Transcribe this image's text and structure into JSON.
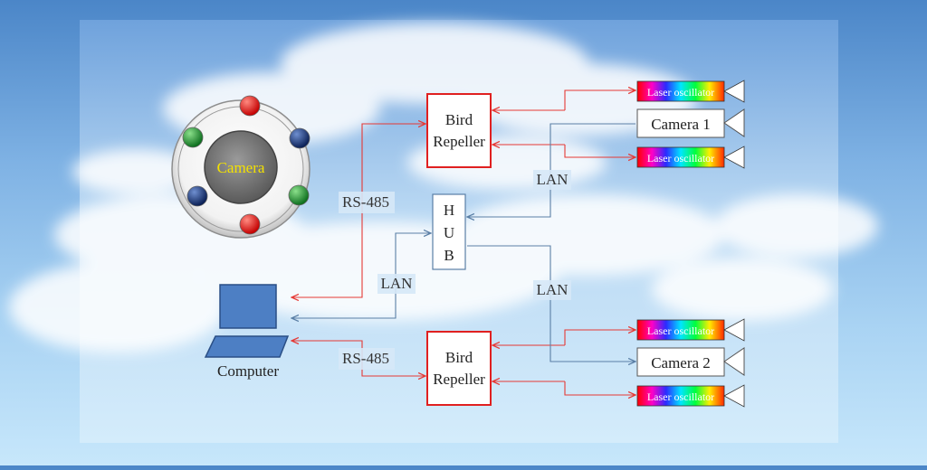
{
  "camera_dome": {
    "label": "Camera",
    "led_colors": [
      "#e01515",
      "#1a8f2a",
      "#16357a"
    ]
  },
  "computer": {
    "label": "Computer"
  },
  "hub": {
    "letters": [
      "H",
      "U",
      "B"
    ]
  },
  "repeller_top": {
    "line1": "Bird",
    "line2": "Repeller"
  },
  "repeller_bottom": {
    "line1": "Bird",
    "line2": "Repeller"
  },
  "links": {
    "rs485_top": "RS-485",
    "rs485_bottom": "RS-485",
    "lan_computer": "LAN",
    "lan_top": "LAN",
    "lan_bottom": "LAN"
  },
  "devices": {
    "laser_label": "Laser oscillator",
    "camera1": "Camera 1",
    "camera2": "Camera 2"
  },
  "colors": {
    "serial_line": "#e53935",
    "lan_line": "#5a7fa6",
    "repeller_border": "#e02020",
    "camera_text": "#f3e100",
    "computer_blue": "#4d7fc4"
  }
}
